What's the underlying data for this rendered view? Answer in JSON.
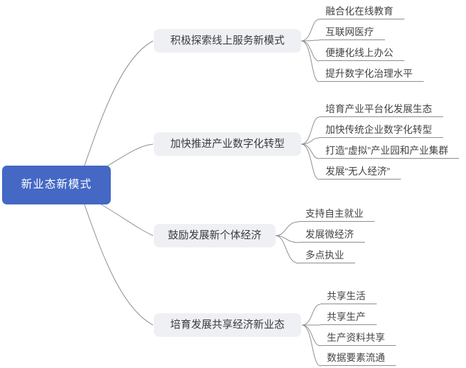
{
  "root": {
    "label": "新业态新模式"
  },
  "branches": [
    {
      "label": "积极探索线上服务新模式",
      "children": [
        "融合化在线教育",
        "互联网医疗",
        "便捷化线上办公",
        "提升数字化治理水平"
      ]
    },
    {
      "label": "加快推进产业数字化转型",
      "children": [
        "培育产业平台化发展生态",
        "加快传统企业数字化转型",
        "打造“虚拟”产业园和产业集群",
        "发展“无人经济”"
      ]
    },
    {
      "label": "鼓励发展新个体经济",
      "children": [
        "支持自主就业",
        "发展微经济",
        "多点执业"
      ]
    },
    {
      "label": "培育发展共享经济新业态",
      "children": [
        "共享生活",
        "共享生产",
        "生产资料共享",
        "数据要素流通"
      ]
    }
  ],
  "colors": {
    "root_fill": "#4468c4",
    "root_text": "#ffffff",
    "branch_fill": "#eff0f3",
    "branch_text": "#3b3b3f",
    "leaf_text": "#434347",
    "line": "#8c8c90"
  }
}
